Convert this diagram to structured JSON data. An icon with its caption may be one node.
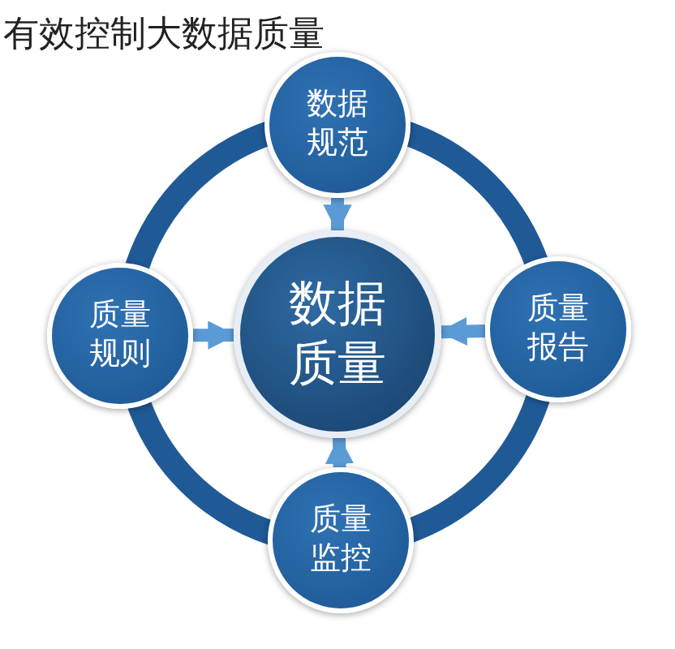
{
  "diagram": {
    "title": "有效控制大数据质量",
    "nodes": [
      {
        "text": [
          "数据规范"
        ]
      },
      {
        "text": [
          "质量规则"
        ]
      },
      {
        "text": [
          "数据质量"
        ]
      },
      {
        "text": [
          "质量报告"
        ]
      },
      {
        "text": [
          "质量监控"
        ]
      }
    ],
    "edges": [
      {
        "from": 0,
        "to": 2,
        "arrow": "to"
      },
      {
        "from": 1,
        "to": 2,
        "arrow": "to"
      },
      {
        "from": 3,
        "to": 2,
        "arrow": "to"
      },
      {
        "from": 4,
        "to": 2,
        "arrow": "to"
      }
    ]
  }
}
